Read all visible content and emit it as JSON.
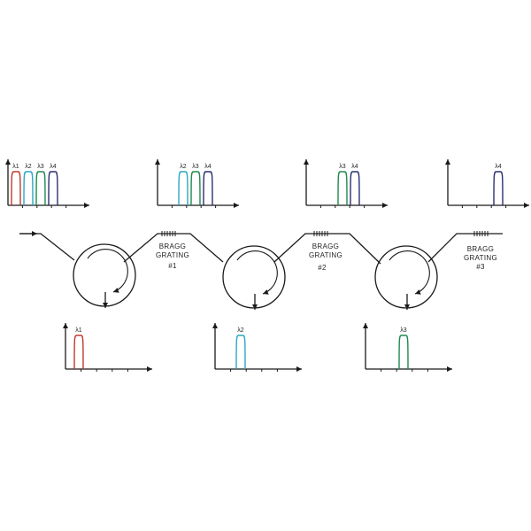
{
  "colors": {
    "line": "#1a1a1a",
    "lambda1": "#c0392b",
    "lambda2": "#2aa7c4",
    "lambda3": "#1e8a4e",
    "lambda4": "#2b2f6e"
  },
  "gratings": [
    {
      "line1": "BRAGG",
      "line2": "GRATING",
      "line3": "#1"
    },
    {
      "line1": "BRAGG",
      "line2": "GRATING",
      "line3": "#2"
    },
    {
      "line1": "BRAGG",
      "line2": "GRATING",
      "line3": "#3"
    }
  ],
  "top_spectra": [
    {
      "peaks": [
        "λ1",
        "λ2",
        "λ3",
        "λ4"
      ]
    },
    {
      "peaks": [
        "λ2",
        "λ3",
        "λ4"
      ]
    },
    {
      "peaks": [
        "λ3",
        "λ4"
      ]
    },
    {
      "peaks": [
        "λ4"
      ]
    }
  ],
  "drop_spectra": [
    {
      "peaks": [
        "λ1"
      ]
    },
    {
      "peaks": [
        "λ2"
      ]
    },
    {
      "peaks": [
        "λ3"
      ]
    }
  ]
}
